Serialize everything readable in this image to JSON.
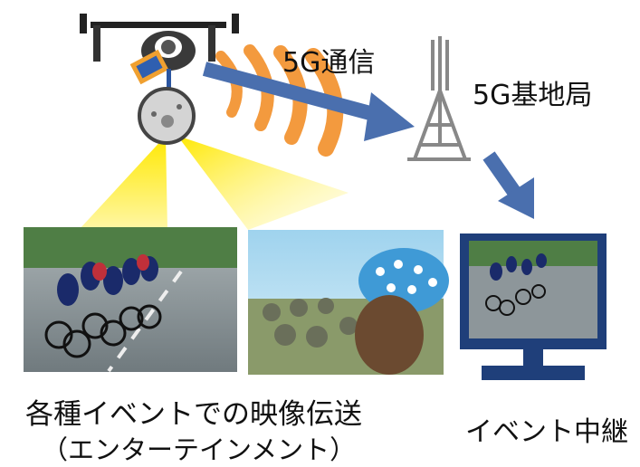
{
  "labels": {
    "link": "5G通信",
    "base_station": "5G基地局",
    "events_title": "各種イベントでの映像伝送",
    "events_sub": "（エンターテインメント）",
    "live_broadcast": "イベント中継"
  },
  "colors": {
    "arrow": "#4a6fae",
    "signal_waves": "#f39a3e",
    "camera_beam": "#ffe800",
    "monitor": "#1f3f7a"
  },
  "icons": [
    "drone-icon",
    "camera-icon",
    "antenna-tower-icon",
    "monitor-icon"
  ]
}
